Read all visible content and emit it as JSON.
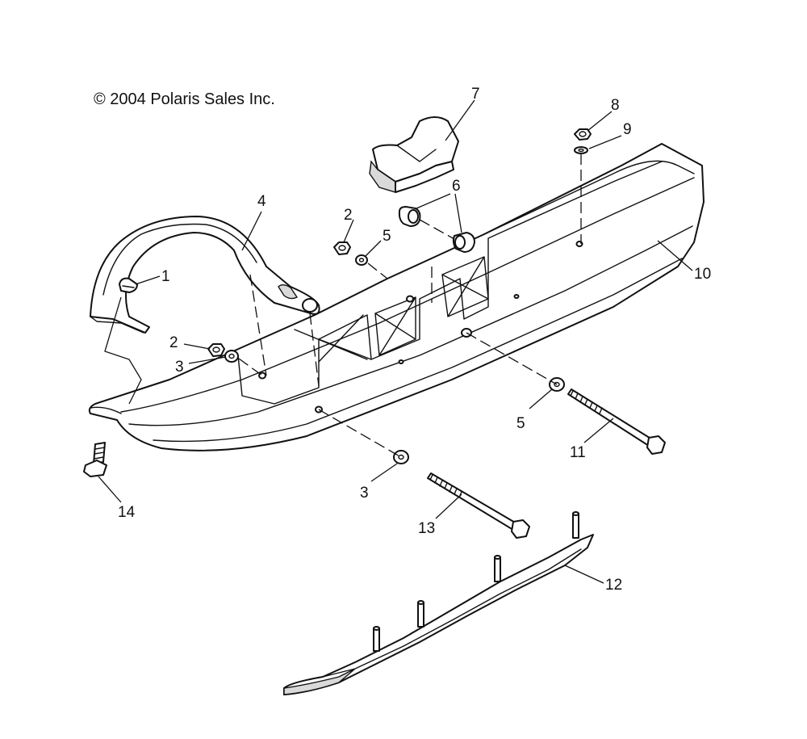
{
  "copyright": "© 2004 Polaris Sales Inc.",
  "callouts": [
    {
      "id": "c1",
      "text": "1"
    },
    {
      "id": "c2a",
      "text": "2"
    },
    {
      "id": "c2b",
      "text": "2"
    },
    {
      "id": "c3a",
      "text": "3"
    },
    {
      "id": "c3b",
      "text": "3"
    },
    {
      "id": "c4",
      "text": "4"
    },
    {
      "id": "c5a",
      "text": "5"
    },
    {
      "id": "c5b",
      "text": "5"
    },
    {
      "id": "c6",
      "text": "6"
    },
    {
      "id": "c7",
      "text": "7"
    },
    {
      "id": "c8",
      "text": "8"
    },
    {
      "id": "c9",
      "text": "9"
    },
    {
      "id": "c10",
      "text": "10"
    },
    {
      "id": "c11",
      "text": "11"
    },
    {
      "id": "c12",
      "text": "12"
    },
    {
      "id": "c13",
      "text": "13"
    },
    {
      "id": "c14",
      "text": "14"
    }
  ]
}
